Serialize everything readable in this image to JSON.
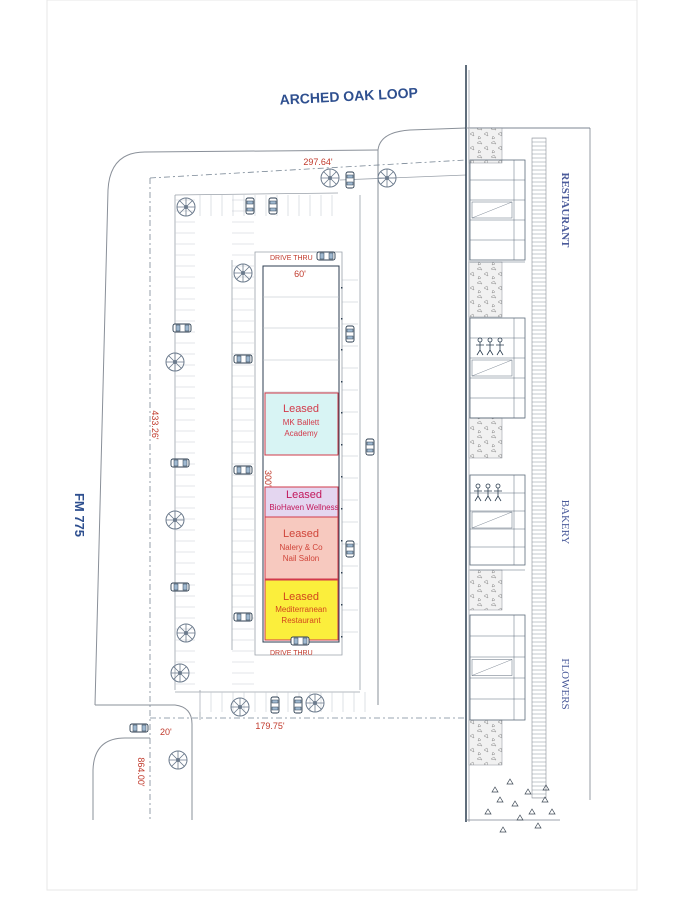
{
  "roads": {
    "top": "ARCHED OAK LOOP",
    "left": "FM 775"
  },
  "dimensions": {
    "top_frontage": "297.64'",
    "left_depth": "433.26'",
    "bottom_frontage": "179.75'",
    "lower_left": "864.00'",
    "setback": "20'",
    "building_width": "60'",
    "building_length": "300'"
  },
  "drive_thru": {
    "top": "DRIVE THRU",
    "bottom": "DRIVE THRU"
  },
  "neighbor_storefronts": {
    "restaurant": "RESTAURANT",
    "bakery": "BAKERY",
    "flowers": "FLOWERS"
  },
  "suites": [
    {
      "status": "Leased",
      "tenant_line1": "MK Ballett",
      "tenant_line2": "Academy",
      "fill": "#d8f4f4",
      "stroke": "#d23a4a",
      "text_color": "#d23a4a"
    },
    {
      "status": "Leased",
      "tenant_line1": "BioHaven Wellness",
      "tenant_line2": "",
      "fill": "#e4d6f0",
      "stroke": "#d23a4a",
      "text_color": "#c2185b"
    },
    {
      "status": "Leased",
      "tenant_line1": "Nalery & Co",
      "tenant_line2": "Nail Salon",
      "fill": "#f7c9bf",
      "stroke": "#d23a4a",
      "text_color": "#d0453a"
    },
    {
      "status": "Leased",
      "tenant_line1": "Mediterranean",
      "tenant_line2": "Restaurant",
      "fill": "#fbee3c",
      "stroke": "#d23a4a",
      "text_color": "#d2461e"
    }
  ]
}
